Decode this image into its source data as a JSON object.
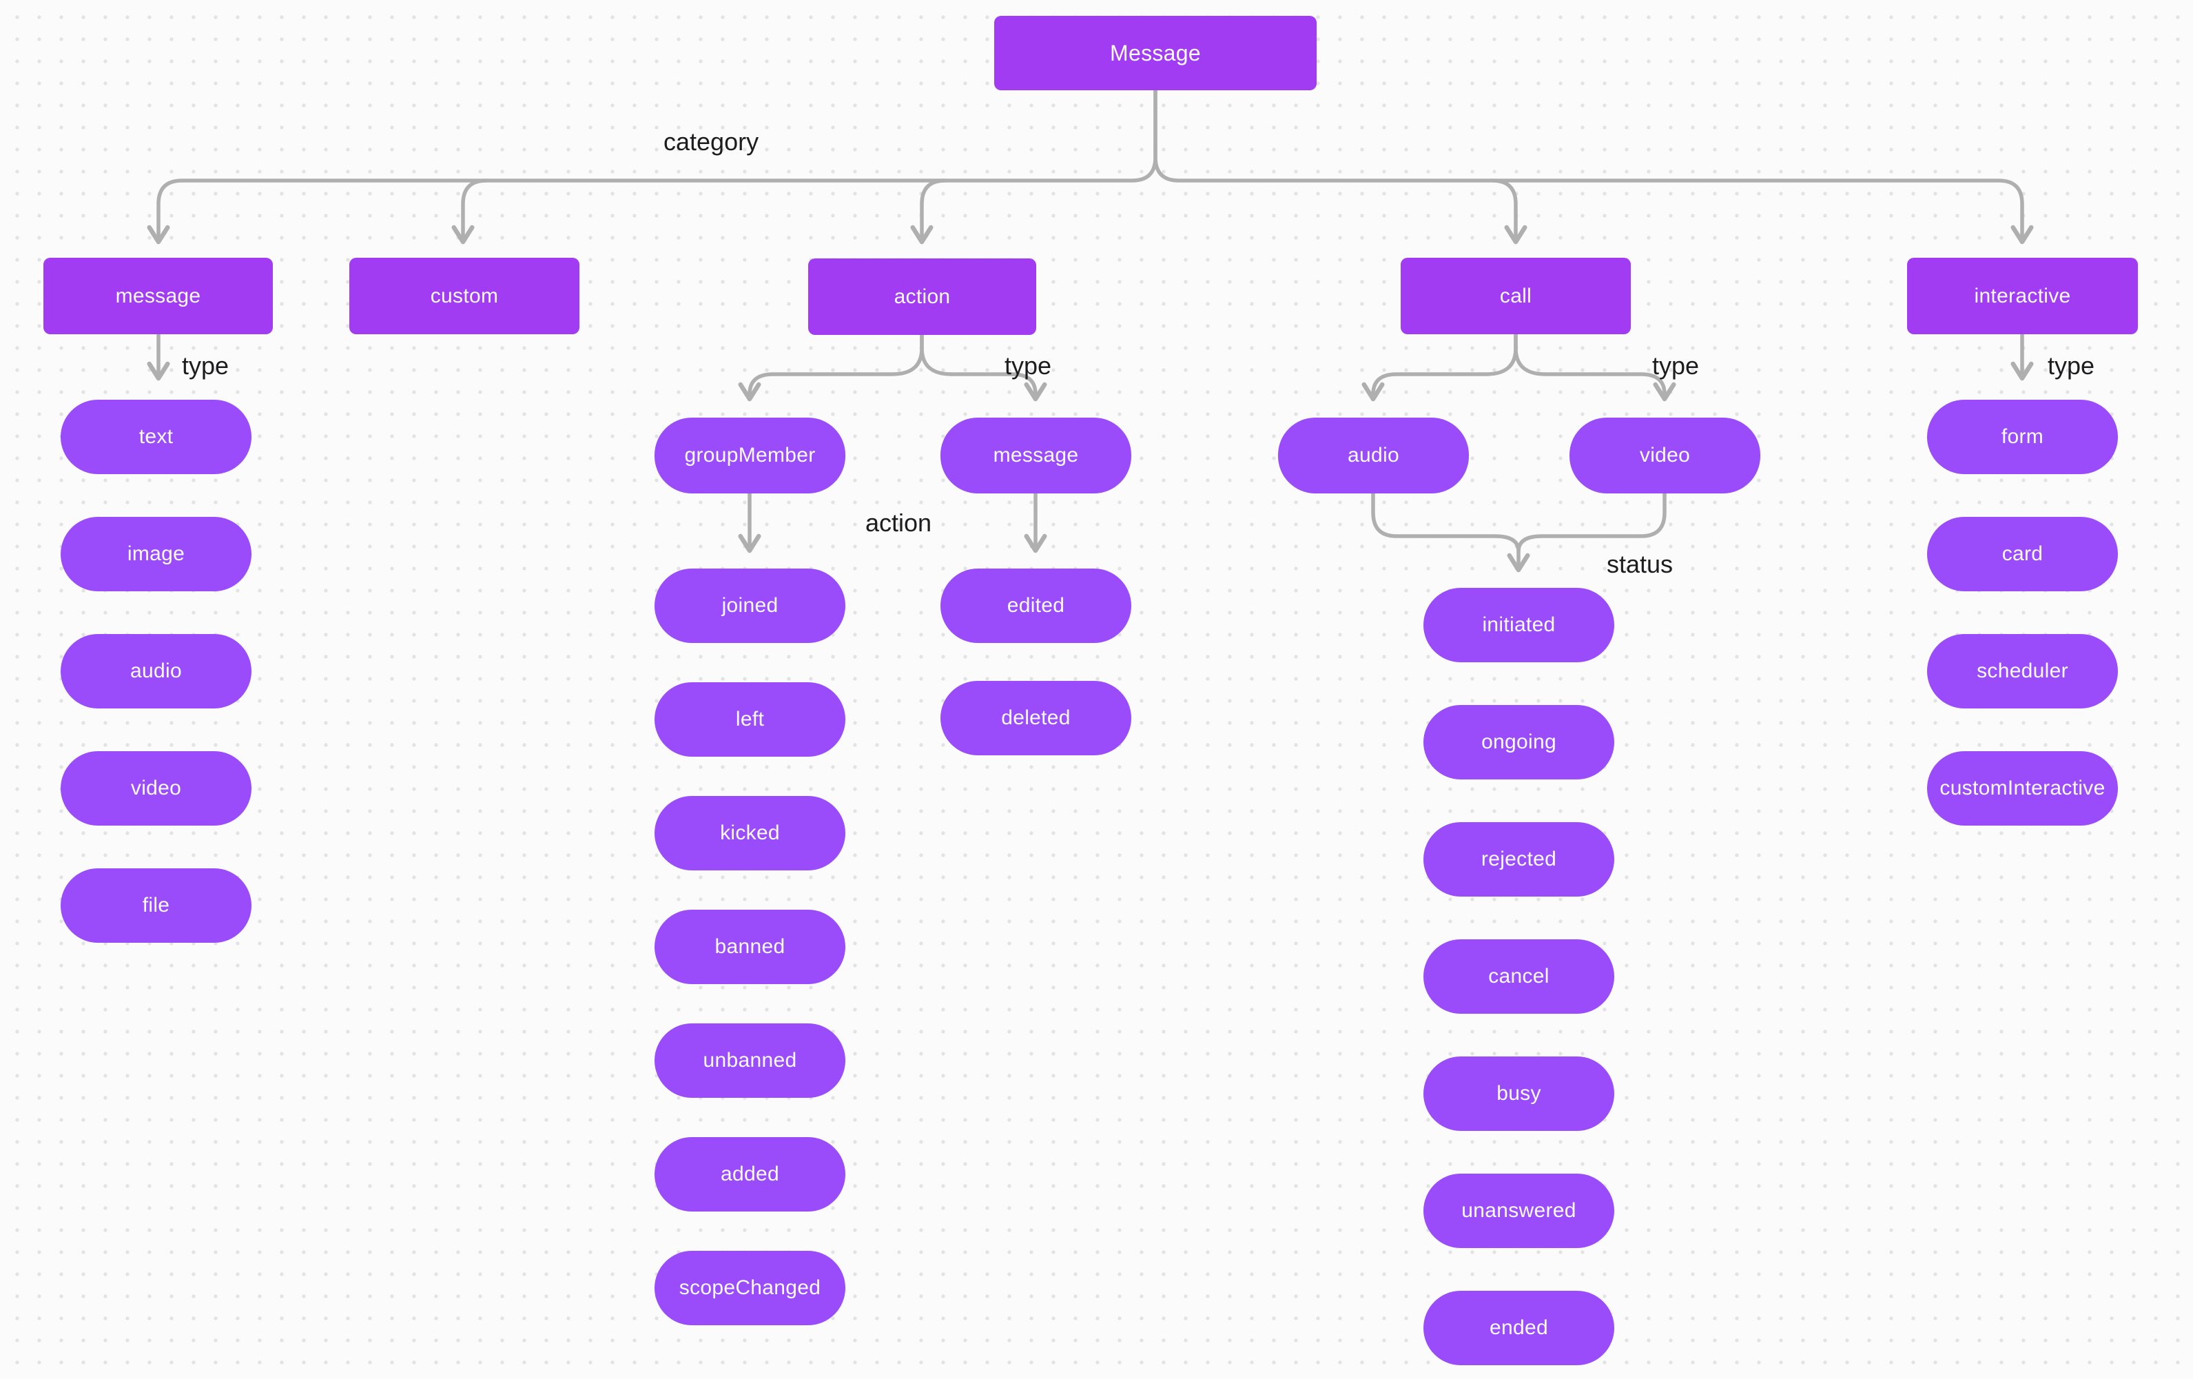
{
  "root": {
    "label": "Message"
  },
  "labels": {
    "category": "category",
    "type": "type",
    "action": "action",
    "status": "status"
  },
  "categories": [
    {
      "label": "message",
      "types": [
        "text",
        "image",
        "audio",
        "video",
        "file"
      ]
    },
    {
      "label": "custom",
      "types": []
    },
    {
      "label": "action",
      "types": [
        {
          "label": "groupMember",
          "actions": [
            "joined",
            "left",
            "kicked",
            "banned",
            "unbanned",
            "added",
            "scopeChanged"
          ]
        },
        {
          "label": "message",
          "actions": [
            "edited",
            "deleted"
          ]
        }
      ]
    },
    {
      "label": "call",
      "types": [
        "audio",
        "video"
      ],
      "statuses": [
        "initiated",
        "ongoing",
        "rejected",
        "cancel",
        "busy",
        "unanswered",
        "ended"
      ]
    },
    {
      "label": "interactive",
      "types": [
        "form",
        "card",
        "scheduler",
        "customInteractive"
      ]
    }
  ],
  "colors": {
    "category_fill": "#A13CF2",
    "pill_fill": "#9A4BFA",
    "node_text": "#FDFBFF",
    "connector": "#AFAFAF",
    "label_text": "#1D1D1F",
    "canvas_bg": "#FBFBFB",
    "grid_dot": "#E2E2E2"
  }
}
